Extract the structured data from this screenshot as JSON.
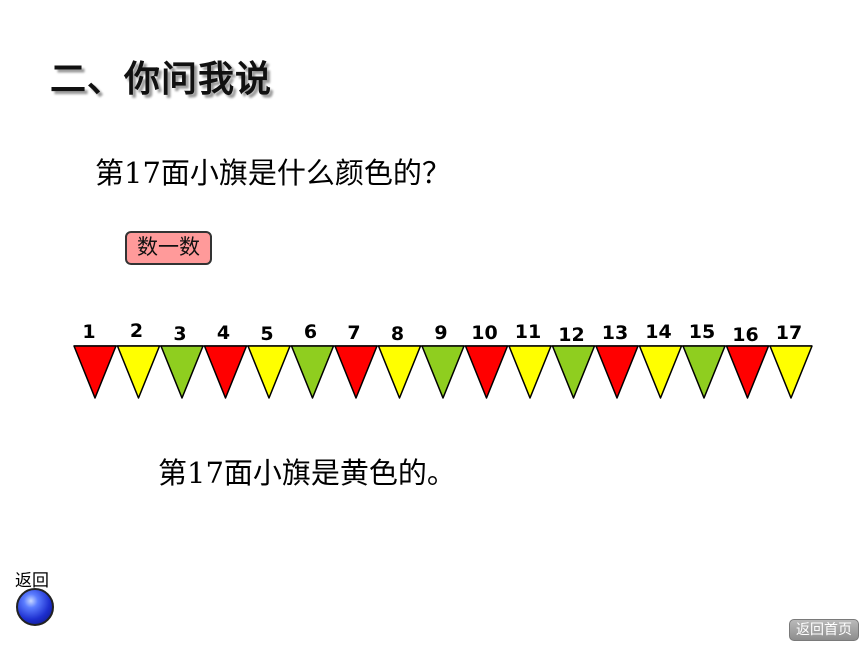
{
  "title": "二、你问我说",
  "question": "第17面小旗是什么颜色的？",
  "count_button": {
    "label": "数一数"
  },
  "flags": {
    "colors": {
      "red": "#ff0000",
      "yellow": "#ffff00",
      "green": "#8fce1f",
      "outline": "#000000"
    },
    "items": [
      {
        "number": "1",
        "color": "red"
      },
      {
        "number": "2",
        "color": "yellow"
      },
      {
        "number": "3",
        "color": "green"
      },
      {
        "number": "4",
        "color": "red"
      },
      {
        "number": "5",
        "color": "yellow"
      },
      {
        "number": "6",
        "color": "green"
      },
      {
        "number": "7",
        "color": "red"
      },
      {
        "number": "8",
        "color": "yellow"
      },
      {
        "number": "9",
        "color": "green"
      },
      {
        "number": "10",
        "color": "red"
      },
      {
        "number": "11",
        "color": "yellow"
      },
      {
        "number": "12",
        "color": "green"
      },
      {
        "number": "13",
        "color": "red"
      },
      {
        "number": "14",
        "color": "yellow"
      },
      {
        "number": "15",
        "color": "green"
      },
      {
        "number": "16",
        "color": "red"
      },
      {
        "number": "17",
        "color": "yellow"
      }
    ]
  },
  "answer": "第17面小旗是黄色的。",
  "back": {
    "label": "返回",
    "icon": "blue-ball-icon"
  },
  "home_button": {
    "label": "返回首页"
  }
}
